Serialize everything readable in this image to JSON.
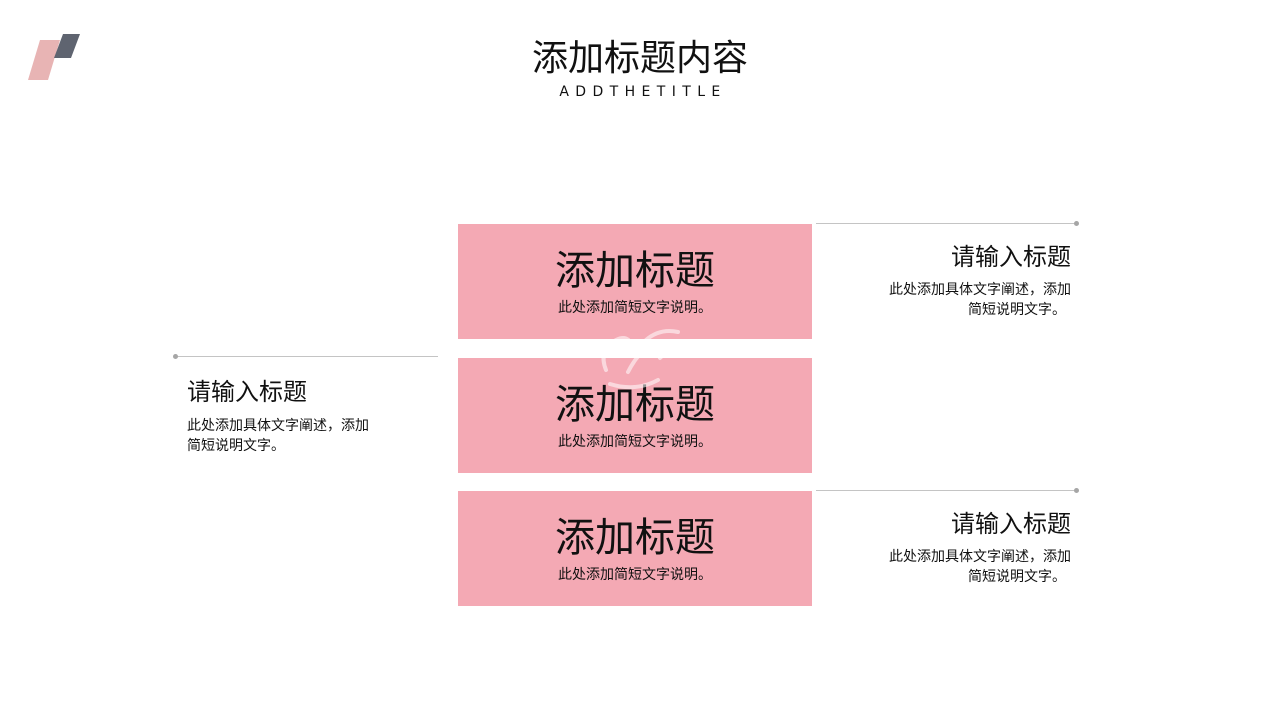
{
  "colors": {
    "accent_pink": "#f4a9b4",
    "logo_pink": "#e8b4b4",
    "logo_gray": "#5f6470",
    "connector_line": "#c4c4c4",
    "connector_dot": "#a6a6a6"
  },
  "header": {
    "title": "添加标题内容",
    "subtitle": "ADDTHETITLE"
  },
  "blocks": [
    {
      "title": "添加标题",
      "desc": "此处添加简短文字说明。"
    },
    {
      "title": "添加标题",
      "desc": "此处添加简短文字说明。"
    },
    {
      "title": "添加标题",
      "desc": "此处添加简短文字说明。"
    }
  ],
  "notes": [
    {
      "title": "请输入标题",
      "line1": "此处添加具体文字阐述，添加",
      "line2": "简短说明文字。"
    },
    {
      "title": "请输入标题",
      "line1": "此处添加具体文字阐述，添加",
      "line2": "简短说明文字。"
    },
    {
      "title": "请输入标题",
      "line1": "此处添加具体文字阐述，添加",
      "line2": "简短说明文字。"
    }
  ]
}
